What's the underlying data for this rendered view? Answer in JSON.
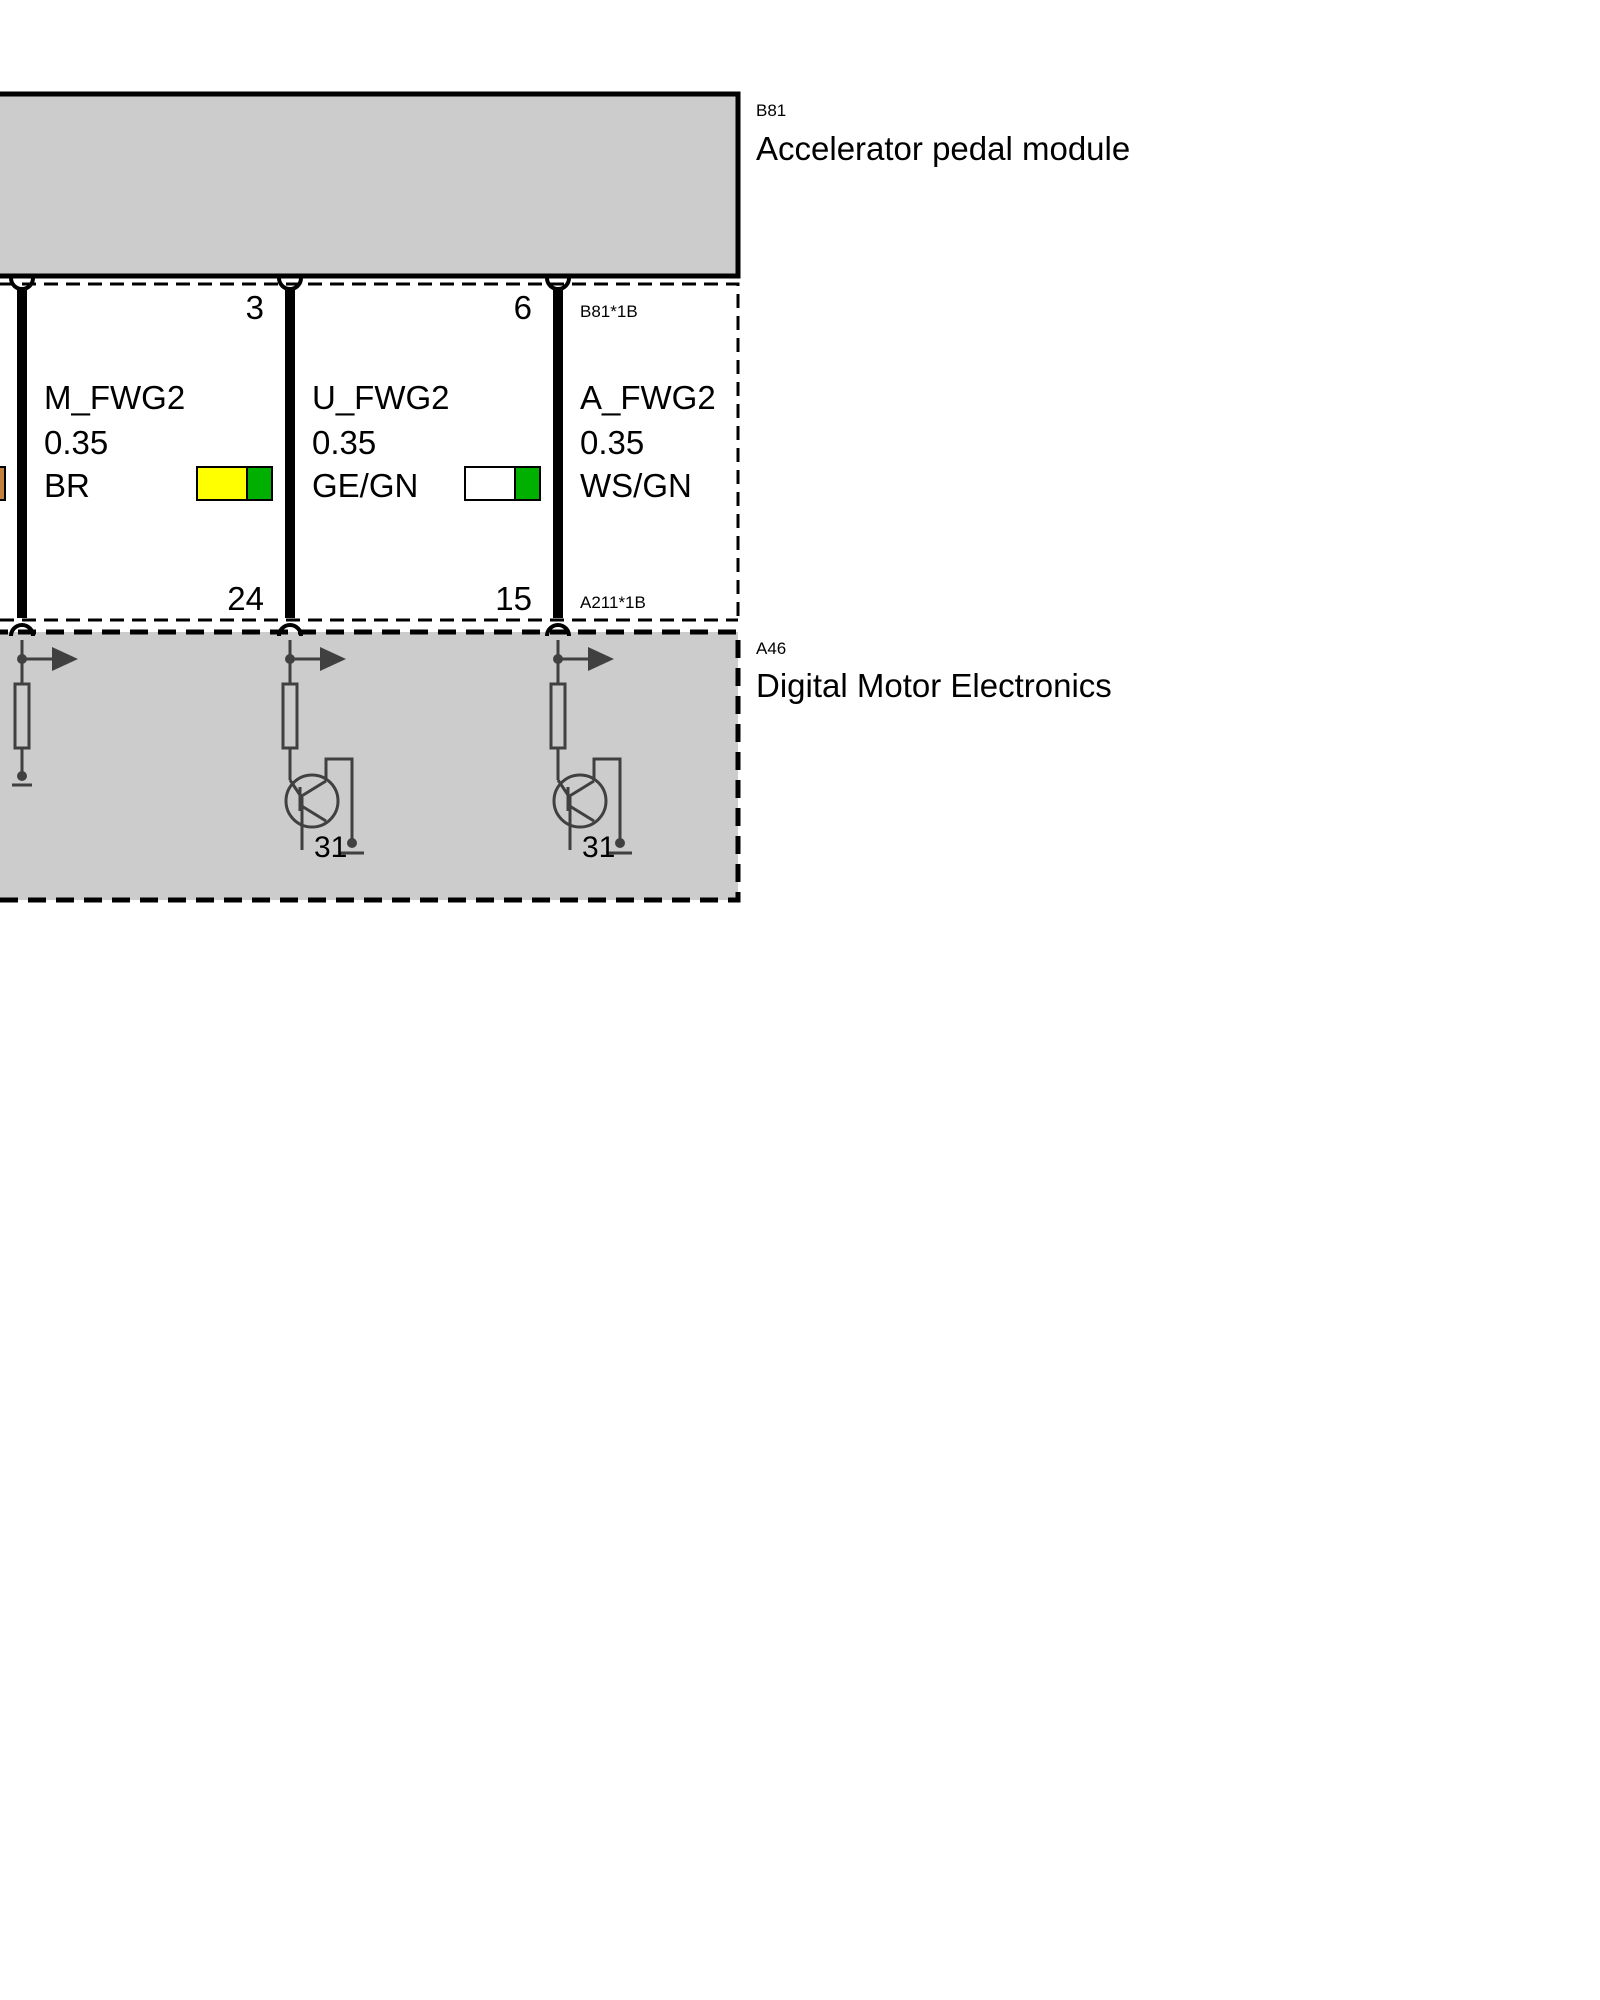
{
  "components": {
    "b81": {
      "code": "B81",
      "name": "Accelerator pedal module",
      "fill": "#cccccc"
    },
    "a46": {
      "code": "A46",
      "name": "Digital Motor Electronics",
      "fill": "#cccccc"
    }
  },
  "connectors": {
    "top": "B81*1B",
    "bottom": "A211*1B"
  },
  "wires": [
    {
      "signal": "M_FWG2",
      "gauge": "0.35",
      "color": "BR",
      "pin_top": "3",
      "pin_bottom": "24",
      "swatch": [
        "#ffff00",
        "#00b000"
      ],
      "ground": ""
    },
    {
      "signal": "U_FWG2",
      "gauge": "0.35",
      "color": "GE/GN",
      "pin_top": "6",
      "pin_bottom": "15",
      "swatch": [
        "#ffffff",
        "#00b000"
      ],
      "ground": "31"
    },
    {
      "signal": "A_FWG2",
      "gauge": "0.35",
      "color": "WS/GN",
      "pin_top": "",
      "pin_bottom": "",
      "swatch": [],
      "ground": "31"
    }
  ],
  "icons": {
    "output": "output-arrow-icon",
    "resistor": "resistor-icon",
    "transistor": "transistor-icon",
    "ground": "ground-icon"
  }
}
